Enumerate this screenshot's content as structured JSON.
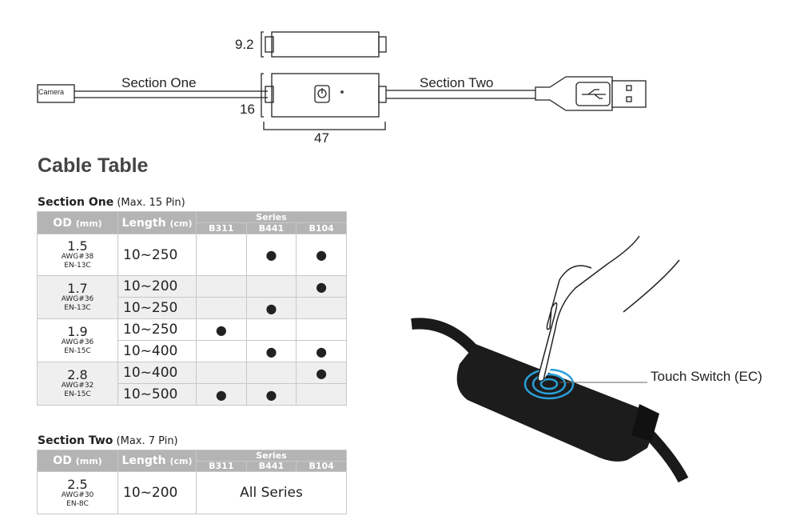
{
  "diagram": {
    "dim_thickness": "9.2",
    "dim_height": "16",
    "dim_length": "47",
    "camera_label": "Camera",
    "section_one_label": "Section One",
    "section_two_label": "Section Two"
  },
  "title": "Cable Table",
  "section_one": {
    "title": "Section One",
    "subtitle": "(Max. 15 Pin)",
    "headers": {
      "od": "OD",
      "od_unit": "(mm)",
      "length": "Length",
      "length_unit": "(cm)",
      "series": "Series",
      "b311": "B311",
      "b441": "B441",
      "b104": "B104"
    },
    "groups": [
      {
        "od": "1.5",
        "awg": "AWG#38",
        "en": "EN-13C",
        "rows": [
          {
            "length": "10~250",
            "b311": "",
            "b441": "●",
            "b104": "●"
          }
        ]
      },
      {
        "od": "1.7",
        "awg": "AWG#36",
        "en": "EN-13C",
        "rows": [
          {
            "length": "10~200",
            "b311": "",
            "b441": "",
            "b104": "●"
          },
          {
            "length": "10~250",
            "b311": "",
            "b441": "●",
            "b104": ""
          }
        ]
      },
      {
        "od": "1.9",
        "awg": "AWG#36",
        "en": "EN-15C",
        "rows": [
          {
            "length": "10~250",
            "b311": "●",
            "b441": "",
            "b104": ""
          },
          {
            "length": "10~400",
            "b311": "",
            "b441": "●",
            "b104": "●"
          }
        ]
      },
      {
        "od": "2.8",
        "awg": "AWG#32",
        "en": "EN-15C",
        "rows": [
          {
            "length": "10~400",
            "b311": "",
            "b441": "",
            "b104": "●"
          },
          {
            "length": "10~500",
            "b311": "●",
            "b441": "●",
            "b104": ""
          }
        ]
      }
    ]
  },
  "section_two": {
    "title": "Section Two",
    "subtitle": "(Max. 7 Pin)",
    "row": {
      "od": "2.5",
      "awg": "AWG#30",
      "en": "EN-8C",
      "length": "10~200",
      "series": "All Series"
    }
  },
  "photo": {
    "label": "Touch Switch (EC)"
  }
}
